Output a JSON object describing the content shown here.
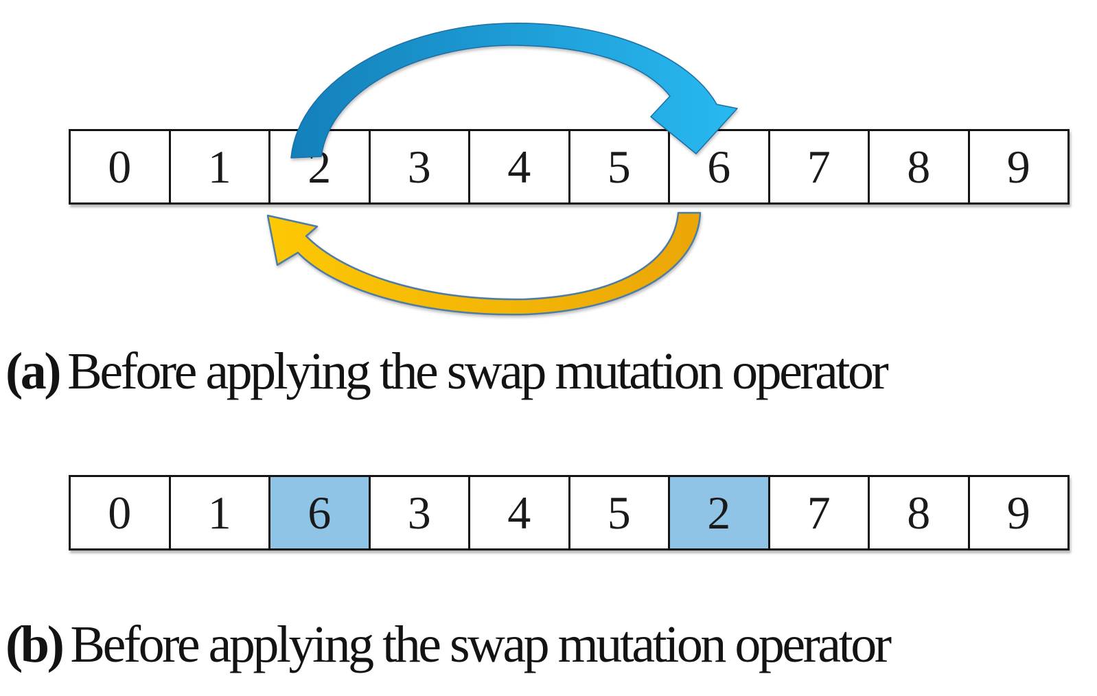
{
  "figure": {
    "array_a": {
      "cells": [
        "0",
        "1",
        "2",
        "3",
        "4",
        "5",
        "6",
        "7",
        "8",
        "9"
      ],
      "highlighted": []
    },
    "array_b": {
      "cells": [
        "0",
        "1",
        "6",
        "3",
        "4",
        "5",
        "2",
        "7",
        "8",
        "9"
      ],
      "highlighted": [
        2,
        6
      ]
    },
    "caption_a": {
      "label": "(a)",
      "text": "Before applying the swap mutation operator"
    },
    "caption_b": {
      "label": "(b)",
      "text": "Before applying the swap mutation operator"
    },
    "colors": {
      "highlight": "#8fc4e6",
      "arrow_blue_start": "#1380ba",
      "arrow_blue_end": "#29b9f1",
      "arrow_blue_edge": "#1b6fa4",
      "arrow_yellow_bright": "#fdc804",
      "arrow_yellow": "#eba607",
      "arrow_outline": "#4d7ca6"
    }
  }
}
